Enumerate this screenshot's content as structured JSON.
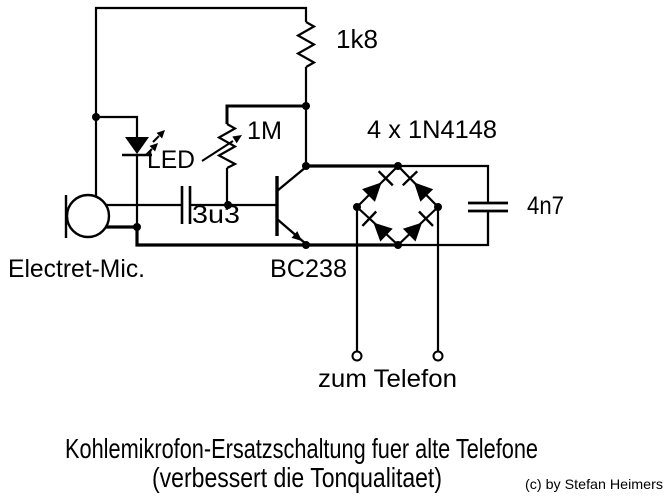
{
  "colors": {
    "ink": "#000000",
    "background": "#ffffff"
  },
  "schematic": {
    "labels": {
      "r_collector": "1k8",
      "r_feedback": "1M",
      "bridge": "4 x 1N4148",
      "c_output": "4n7",
      "led": "LED",
      "c_coupling": "3u3",
      "microphone": "Electret-Mic.",
      "transistor": "BC238",
      "output": "zum Telefon"
    }
  },
  "caption": {
    "line1": "Kohlemikrofon-Ersatzschaltung fuer alte Telefone",
    "line2": "(verbessert die Tonqualitaet)",
    "credit": "(c) by Stefan Heimers"
  }
}
